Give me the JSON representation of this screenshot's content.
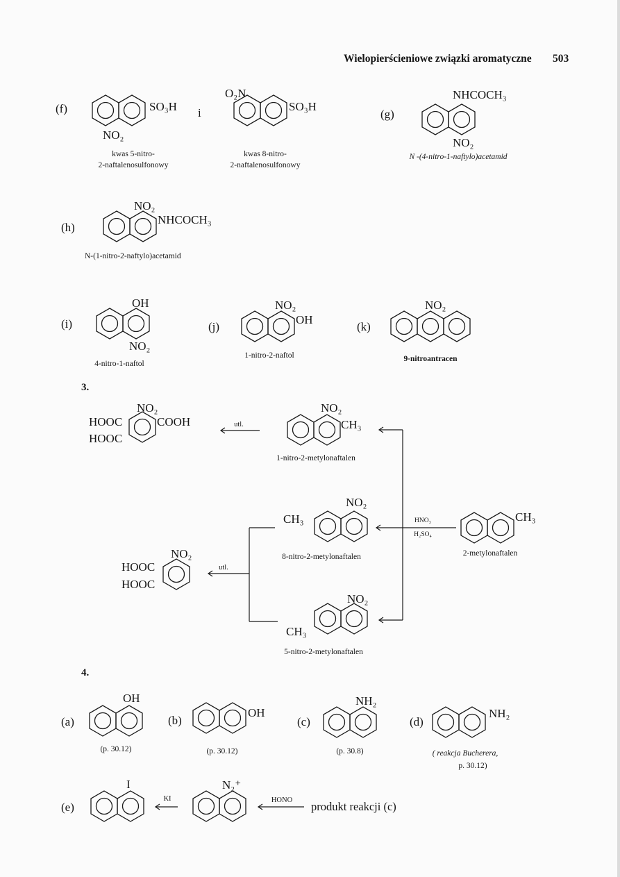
{
  "header": {
    "title": "Wielopierścieniowe związki aromatyczne",
    "page_number": "503"
  },
  "labels": {
    "f": "(f)",
    "g": "(g)",
    "h": "(h)",
    "i": "(i)",
    "j": "(j)",
    "k": "(k)",
    "a": "(a)",
    "b": "(b)",
    "c": "(c)",
    "d": "(d)",
    "e": "(e)",
    "conj_i": "i"
  },
  "sections": {
    "s3": "3.",
    "s4": "4."
  },
  "captions": {
    "f1_line1": "kwas 5-nitro-",
    "f1_line2": "2-naftalenosulfonowy",
    "f2_line1": "kwas 8-nitro-",
    "f2_line2": "2-naftalenosulfonowy",
    "g": "N -(4-nitro-1-naftylo)acetamid",
    "h": "N-(1-nitro-2-naftylo)acetamid",
    "i": "4-nitro-1-naftol",
    "j": "1-nitro-2-naftol",
    "k": "9-nitroantracen",
    "s3_m1": "1-nitro-2-metylonaftalen",
    "s3_m8": "8-nitro-2-metylonaftalen",
    "s3_m5": "5-nitro-2-metylonaftalen",
    "s3_start": "2-metylonaftalen",
    "a": "(p. 30.12)",
    "b": "(p. 30.12)",
    "c": "(p. 30.8)",
    "d_line1": "( reakcja Bucherera,",
    "d_line2": "p. 30.12)"
  },
  "reagents": {
    "ox1": "utl.",
    "ox2": "utl.",
    "hno3": "HNO₃",
    "h2so4": "H₂SO₄",
    "ki": "KI",
    "hono": "HONO",
    "product": "produkt reakcji (c)"
  },
  "groups": {
    "SO3H": "SO₃H",
    "NO2": "NO₂",
    "O2N": "O₂N",
    "NHCOCH3": "NHCOCH₃",
    "OH": "OH",
    "CH3": "CH₃",
    "COOH": "COOH",
    "HOOC": "HOOC",
    "NH2": "NH₂",
    "I": "I",
    "N2plus": "N₂⁺"
  }
}
